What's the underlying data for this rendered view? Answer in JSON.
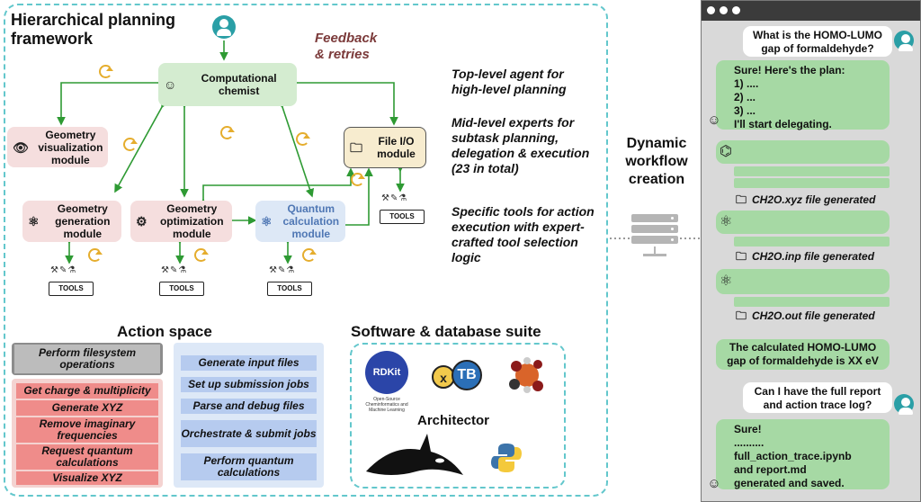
{
  "framework": {
    "title": "Hierarchical planning framework",
    "feedback": "Feedback\n& retries",
    "nodes": {
      "comp_chem": "Computational chemist",
      "geo_vis": "Geometry visualization module",
      "file_io": "File I/O module",
      "geo_gen": "Geometry generation module",
      "geo_opt": "Geometry optimization module",
      "quantum": "Quantum calculation module"
    },
    "tools_label": "TOOLS",
    "annotations": {
      "top": "Top-level agent for high-level planning",
      "mid": "Mid-level experts for subtask planning, delegation & execution (23 in total)",
      "tools": "Specific tools for action execution with expert-crafted tool selection logic"
    }
  },
  "action_space": {
    "title": "Action space",
    "filesystem": "Perform filesystem operations",
    "red_items": [
      "Get charge & multiplicity",
      "Generate XYZ",
      "Remove imaginary frequencies",
      "Request quantum calculations",
      "Visualize XYZ"
    ],
    "blue_items": [
      "Generate input files",
      "Set up submission jobs",
      "Parse and debug files",
      "Orchestrate & submit jobs",
      "Perform quantum calculations"
    ]
  },
  "suite": {
    "title": "Software & database suite",
    "rdkit": "RDKit",
    "rdkit_sub": "Open-Source Cheminformatics and Machine Learning",
    "xtb_x": "x",
    "xtb_tb": "TB",
    "architector": "Architector"
  },
  "workflow": {
    "label": "Dynamic workflow creation"
  },
  "chat": {
    "q1": "What is the HOMO-LUMO gap of formaldehyde?",
    "plan": "Sure! Here's the plan:\n1) ....\n2) ...\n3) ...\nI'll start delegating.",
    "file1": "CH2O.xyz file generated",
    "file2": "CH2O.inp file generated",
    "file3": "CH2O.out file generated",
    "result": "The calculated HOMO-LUMO gap of formaldehyde is XX eV",
    "q2": "Can I have the full report and action trace log?",
    "final": "Sure!\n..........\nfull_action_trace.ipynb\nand report.md\ngenerated and saved."
  },
  "colors": {
    "frame": "#63c7cc",
    "arrow": "#2e9a33",
    "loop": "#e5ad2d",
    "agent_bubble": "#a6d9a4",
    "red_item": "#ef8c8a",
    "blue_item": "#b6cbef"
  }
}
